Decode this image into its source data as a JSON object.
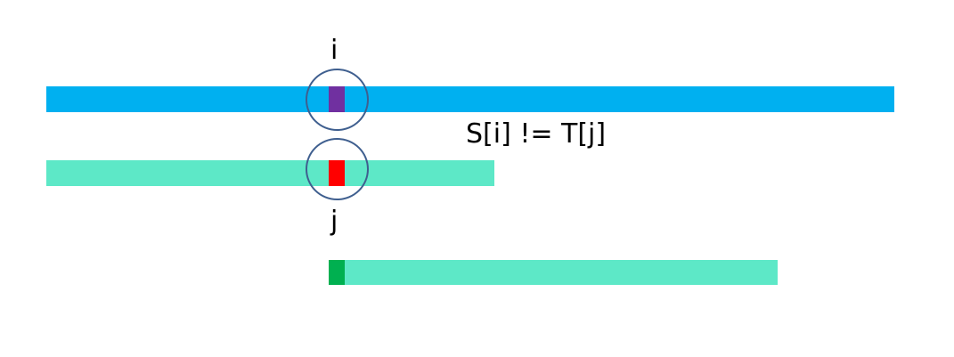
{
  "labels": {
    "i": "i",
    "j": "j",
    "condition": "S[i] != T[j]"
  },
  "colors": {
    "string_s": "#00B0F0",
    "string_t": "#5DE8C7",
    "char_s_i": "#7030A0",
    "char_t_j": "#FF0000",
    "char_t_start": "#00B050",
    "circle_stroke": "#3F5F8F"
  }
}
